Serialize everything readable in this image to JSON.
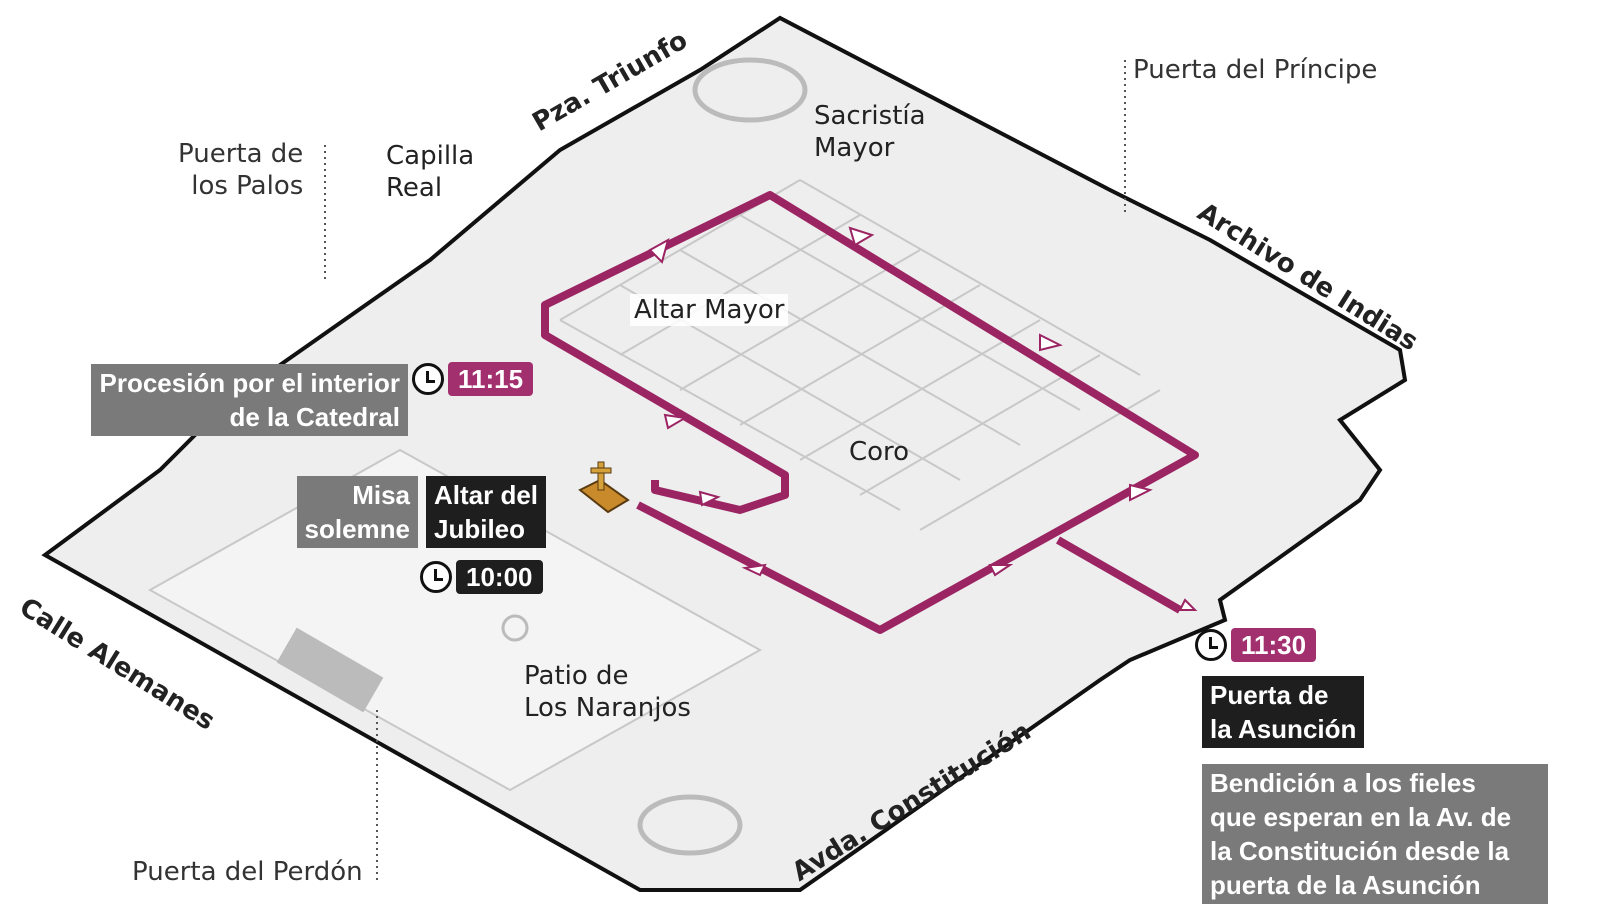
{
  "colors": {
    "route": "#9b2463",
    "time_badge_pink": "#a3306e",
    "time_badge_dark": "#1e1e1e",
    "plan": "#ececec",
    "plan_detail": "#c9c9c9"
  },
  "streets": {
    "north": "Pza. Triunfo",
    "east": "Archivo de Indias",
    "west": "Calle Alemanes",
    "south": "Avda. Constitución"
  },
  "doors": {
    "palos": "Puerta de\nlos Palos",
    "principe": "Puerta del Príncipe",
    "perdon": "Puerta del Perdón"
  },
  "places": {
    "capilla": "Capilla\nReal",
    "sacristia": "Sacristía\nMayor",
    "altar_mayor": "Altar Mayor",
    "coro": "Coro",
    "patio": "Patio de\nLos Naranjos"
  },
  "events": {
    "procesion": {
      "time": "11:15",
      "label": "Procesión por el interior\nde la Catedral",
      "clock_icon": "clock-icon"
    },
    "misa": {
      "time": "10:00",
      "label": "Misa\nsolemne",
      "place": "Altar del\nJubileo",
      "icon": "altar-cross-icon"
    },
    "asuncion": {
      "time": "11:30",
      "place": "Puerta de\nla Asunción",
      "description": "Bendición a los fieles\nque esperan en la Av. de\nla Constitución desde la\npuerta de la Asunción"
    }
  }
}
